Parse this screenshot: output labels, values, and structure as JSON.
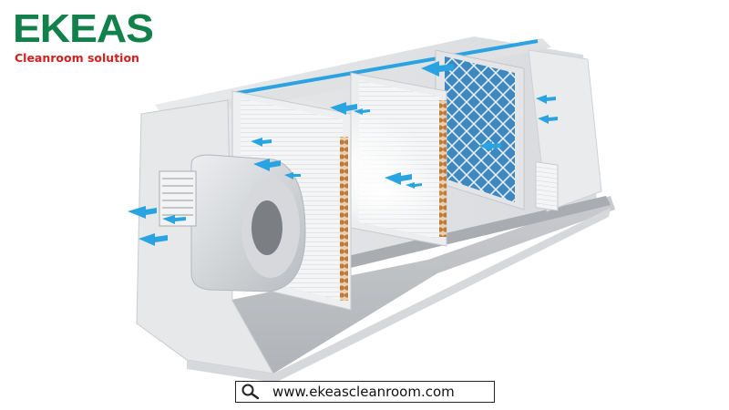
{
  "brand": {
    "name": "EKEAS",
    "tagline": "Cleanroom solution",
    "primary_color": "#12804a",
    "tagline_color": "#d42020"
  },
  "footer": {
    "icon": "search-icon",
    "url": "www.ekeascleanroom.com"
  },
  "illustration": {
    "arrow_color": "#2aa4e0",
    "filter_color": "#3a8cc4",
    "coil_color": "#c07a35",
    "components": [
      "centrifugal-fan",
      "cooling-coil",
      "heating-coil",
      "bag-filter",
      "air-intake-grille"
    ]
  }
}
